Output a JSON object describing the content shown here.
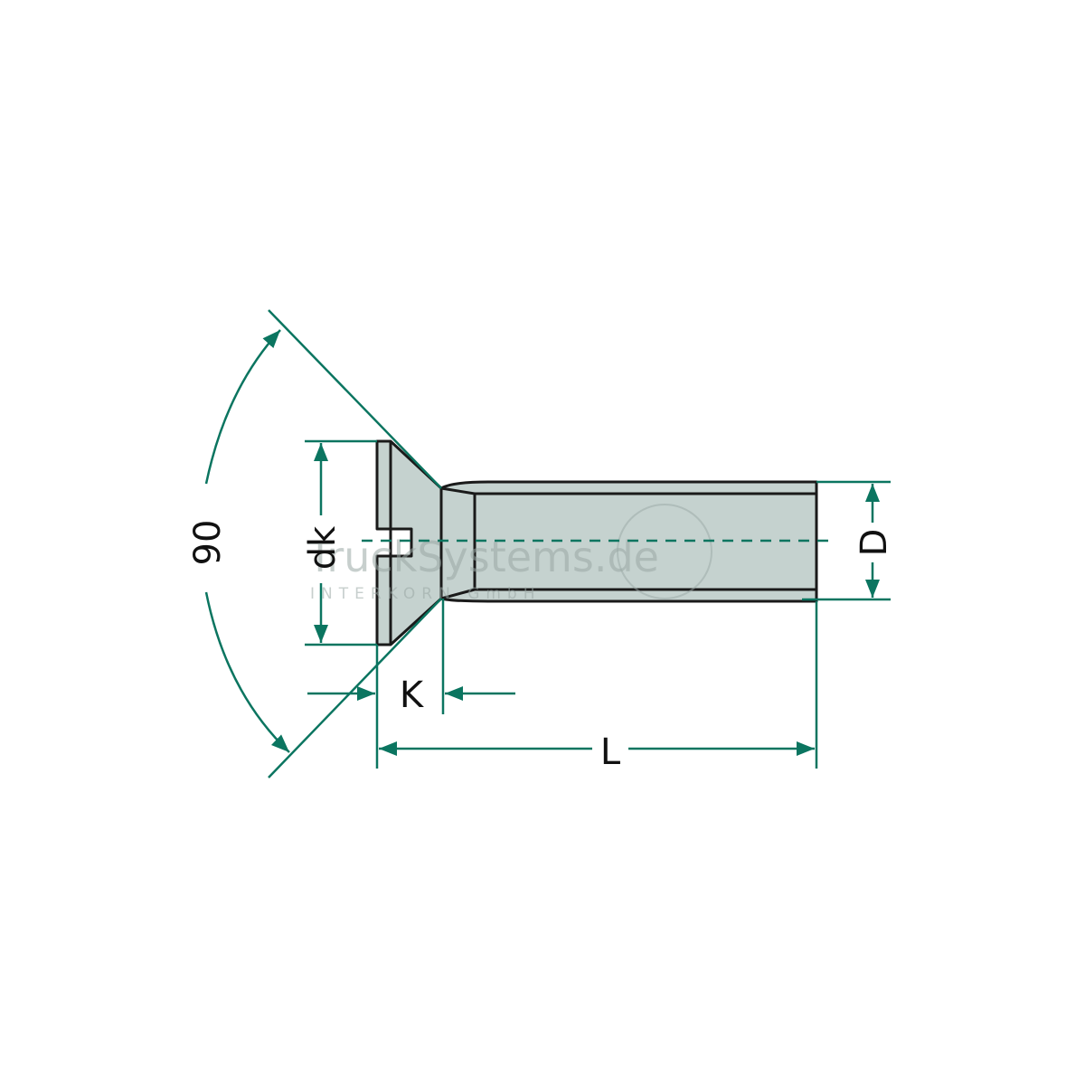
{
  "labels": {
    "angle": "90",
    "head_diameter": "dk",
    "head_height": "K",
    "length": "L",
    "diameter": "D"
  },
  "watermark": {
    "brand": "TruckSystems.de",
    "company": "INTERKORN GmbH"
  },
  "colors": {
    "dimension": "#0b7560",
    "part_fill": "#c5d2cf",
    "outline": "#1a1a1a"
  }
}
